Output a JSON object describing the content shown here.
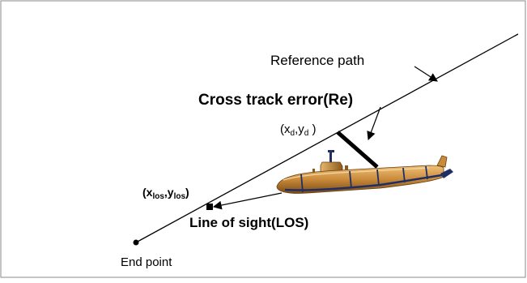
{
  "labels": {
    "reference_path": "Reference path",
    "cross_track_error": "Cross track error(Re)",
    "line_of_sight": "Line of sight(LOS)",
    "end_point": "End point",
    "desired_point": {
      "open": "(x",
      "sub1": "d",
      "mid": ",y",
      "sub2": "d",
      "close": " )"
    },
    "los_point": {
      "open": "(x",
      "sub1": "los",
      "mid": ",y",
      "sub2": "los",
      "close": ")"
    }
  },
  "icons": {
    "vehicle": "submarine-icon"
  },
  "colors": {
    "hull": "#c98a3a",
    "hull_dark": "#8a5a1c",
    "band": "#1f2f66",
    "line": "#000000",
    "frame": "#888888"
  }
}
